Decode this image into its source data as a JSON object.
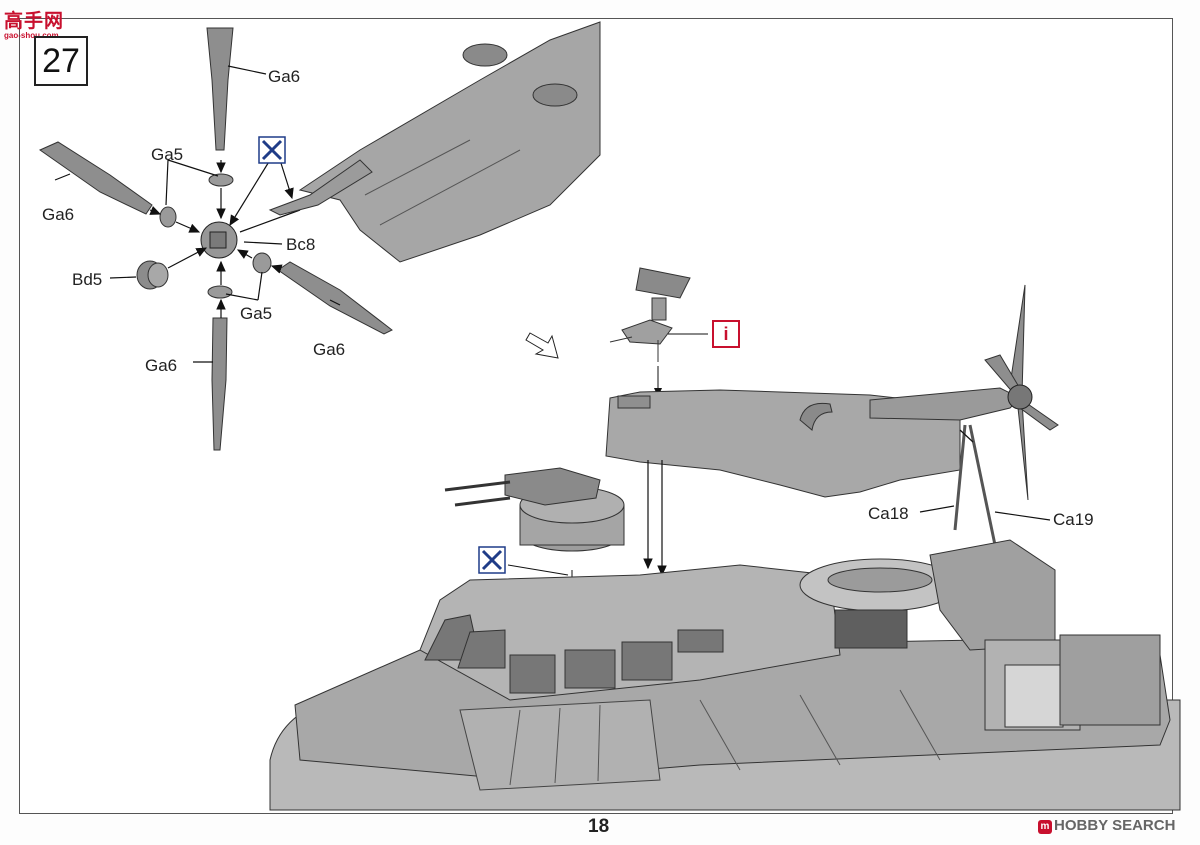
{
  "watermark_top": {
    "brand": "高手网",
    "url": "gao-shou.com"
  },
  "step_number": "27",
  "labels": {
    "ga6_top": "Ga6",
    "ga5_top": "Ga5",
    "ga6_left": "Ga6",
    "bc8": "Bc8",
    "bd5": "Bd5",
    "ga5_bottom": "Ga5",
    "ga6_right": "Ga6",
    "ga6_bottom": "Ga6",
    "ca18": "Ca18",
    "ca19": "Ca19"
  },
  "info_symbol": "i",
  "page_number": "18",
  "watermark_bottom": {
    "badge": "m",
    "text": "HOBBY SEARCH"
  }
}
